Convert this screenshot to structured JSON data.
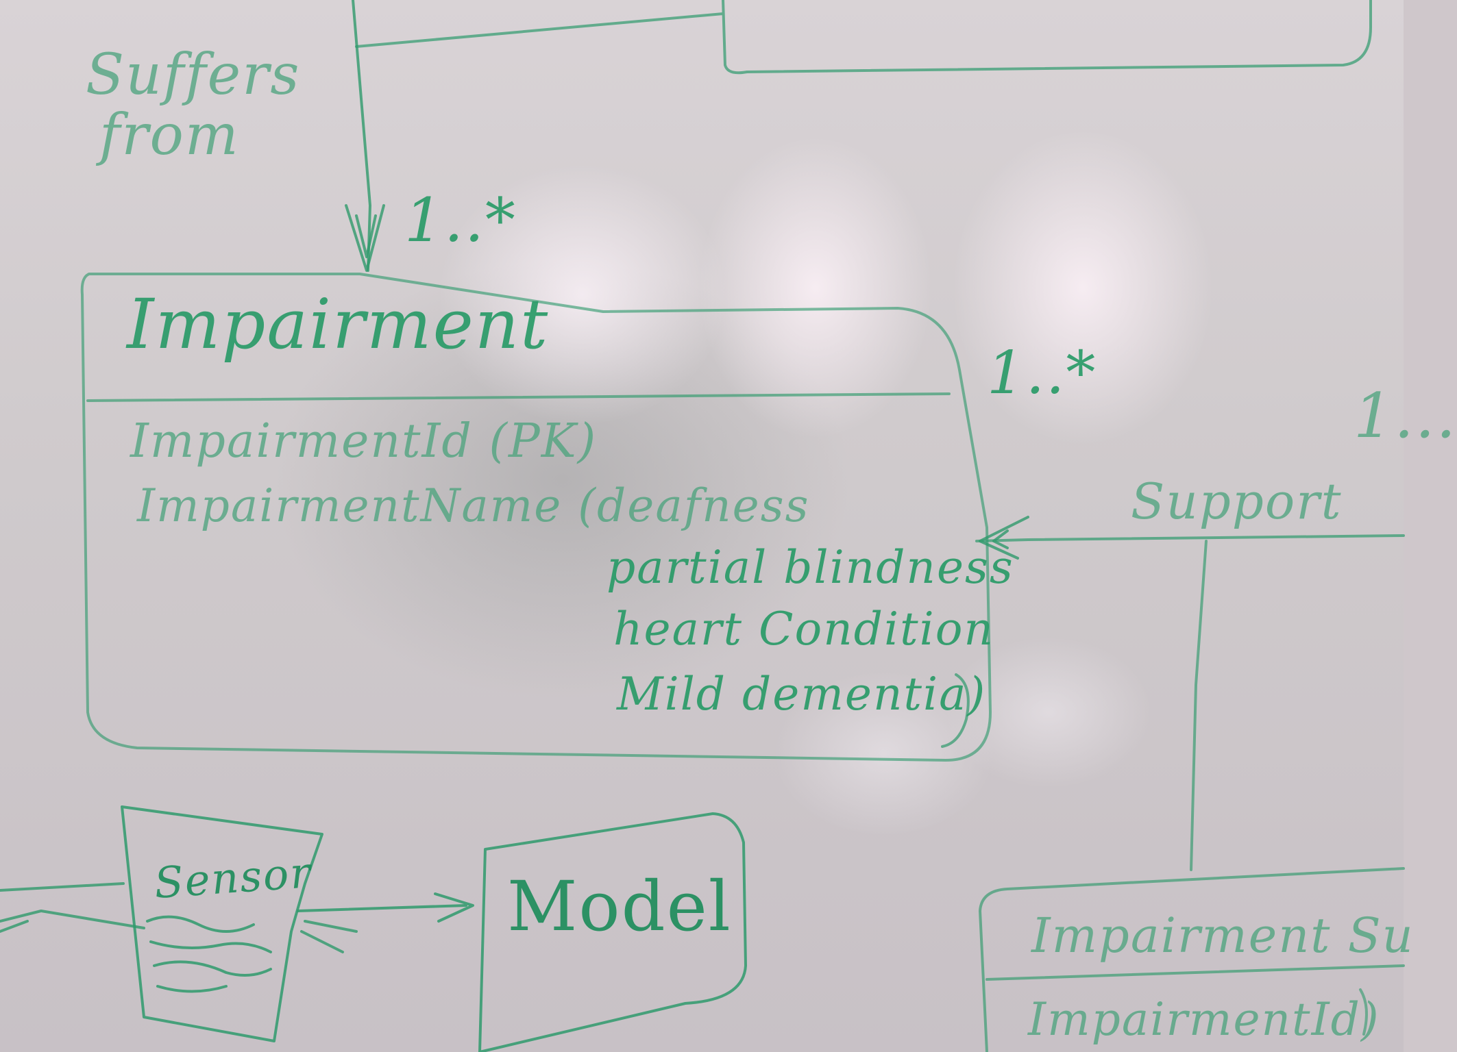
{
  "board": {
    "ink_color": "#2a9b68",
    "background_color": "#d2ccd0",
    "association_labels": {
      "suffers_from": [
        "Suffers",
        "from"
      ],
      "support": "Support"
    },
    "multiplicities": {
      "top": "1..*",
      "right_of_impairment": "1..*",
      "far_right": "1..."
    },
    "impairment_class": {
      "name": "Impairment",
      "attributes": [
        "ImpairmentId (PK)",
        "ImpairmentName (deafness"
      ],
      "name_values": [
        "partial blindness",
        "heart Condition",
        "Mild dementia)"
      ]
    },
    "impairment_support_class": {
      "name": "Impairment Su",
      "attributes": [
        "ImpairmentId)"
      ]
    },
    "sensor_box": {
      "label": "Sensor"
    },
    "model_box": {
      "label": "Model"
    }
  }
}
